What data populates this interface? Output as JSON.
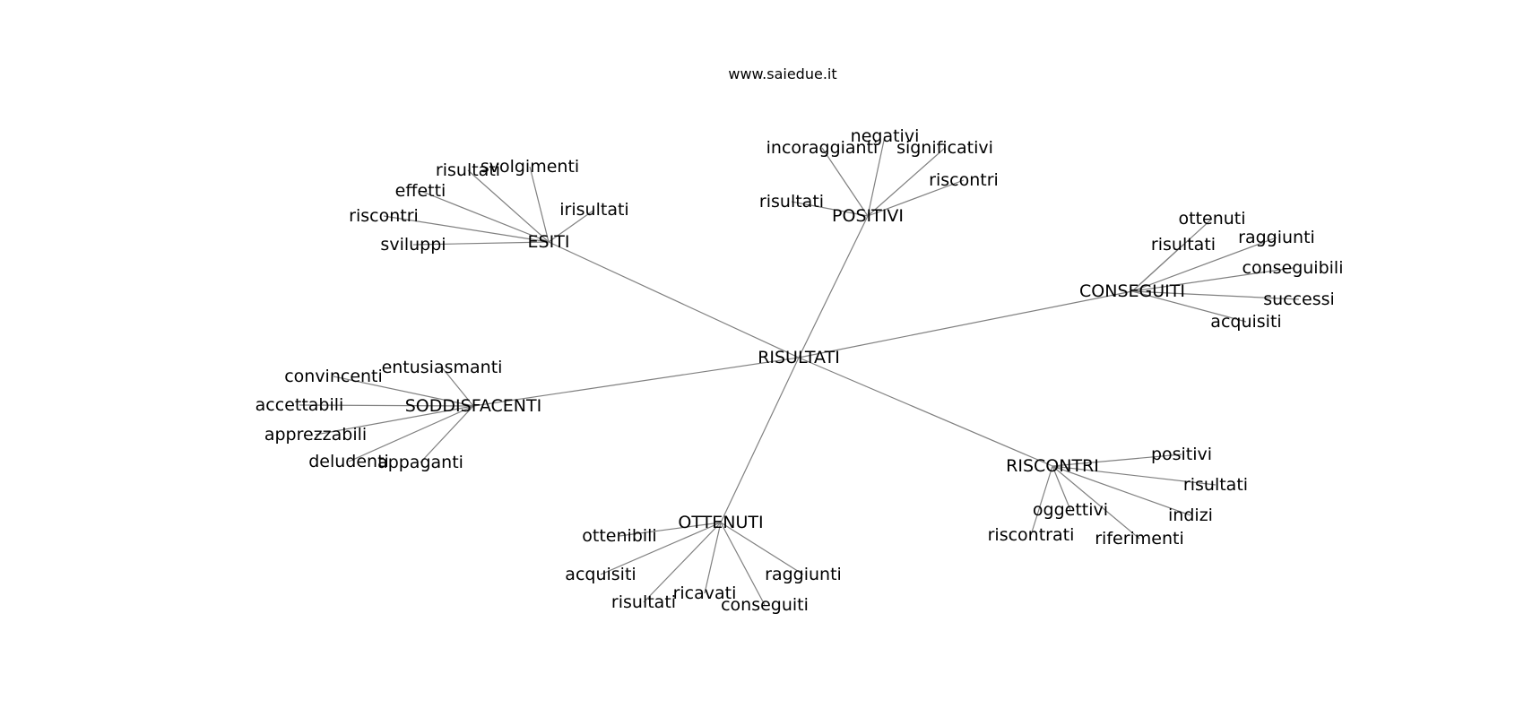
{
  "header": {
    "site": "www.saiedue.it"
  },
  "graph": {
    "edge_color": "#808080",
    "text_color": "#000000",
    "center": "RISULTATI",
    "clusters": [
      {
        "hub": "ESITI",
        "leaves": [
          "risultati",
          "svolgimenti",
          "effetti",
          "irisultati",
          "riscontri",
          "sviluppi"
        ]
      },
      {
        "hub": "POSITIVI",
        "leaves": [
          "negativi",
          "incoraggianti",
          "significativi",
          "riscontri",
          "risultati"
        ]
      },
      {
        "hub": "CONSEGUITI",
        "leaves": [
          "ottenuti",
          "risultati",
          "raggiunti",
          "conseguibili",
          "successi",
          "acquisiti"
        ]
      },
      {
        "hub": "SODDISFACENTI",
        "leaves": [
          "entusiasmanti",
          "convincenti",
          "accettabili",
          "apprezzabili",
          "deludenti",
          "appaganti"
        ]
      },
      {
        "hub": "RISCONTRI",
        "leaves": [
          "positivi",
          "risultati",
          "indizi",
          "oggettivi",
          "riscontrati",
          "riferimenti"
        ]
      },
      {
        "hub": "OTTENUTI",
        "leaves": [
          "ottenibili",
          "acquisiti",
          "raggiunti",
          "ricavati",
          "risultati",
          "conseguiti"
        ]
      }
    ]
  }
}
